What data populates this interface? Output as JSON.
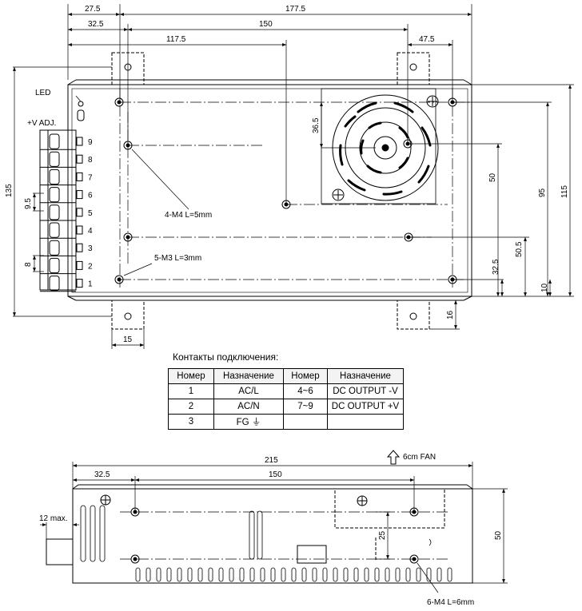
{
  "top_view": {
    "dim_27_5": "27.5",
    "dim_177_5": "177.5",
    "dim_32_5": "32.5",
    "dim_150": "150",
    "dim_117_5": "117.5",
    "dim_47_5": "47.5",
    "dim_36_5": "36.5",
    "dim_135": "135",
    "dim_9_5": "9.5",
    "dim_8": "8",
    "dim_15": "15",
    "dim_16": "16",
    "dim_50": "50",
    "dim_95": "95",
    "dim_115": "115",
    "dim_50_5": "50.5",
    "dim_32_5_b": "32.5",
    "dim_10": "10",
    "led_label": "LED",
    "vadj_label": "+V ADJ.",
    "terminal_numbers": [
      "9",
      "8",
      "7",
      "6",
      "5",
      "4",
      "3",
      "2",
      "1"
    ],
    "note_m4": "4-M4 L=5mm",
    "note_m3": "5-M3 L=3mm"
  },
  "pin_table": {
    "caption": "Контакты подключения:",
    "headers": [
      "Номер",
      "Назначение",
      "Номер",
      "Назначение"
    ],
    "rows": [
      [
        "1",
        "AC/L",
        "4~6",
        "DC OUTPUT -V"
      ],
      [
        "2",
        "AC/N",
        "7~9",
        "DC OUTPUT +V"
      ],
      [
        "3",
        "FG ⏚",
        "",
        ""
      ]
    ]
  },
  "side_view": {
    "fan_label": "6cm FAN",
    "dim_215": "215",
    "dim_32_5": "32.5",
    "dim_150": "150",
    "dim_12max": "12 max.",
    "dim_25": "25",
    "dim_50": "50",
    "note_m4": "6-M4 L=6mm"
  }
}
